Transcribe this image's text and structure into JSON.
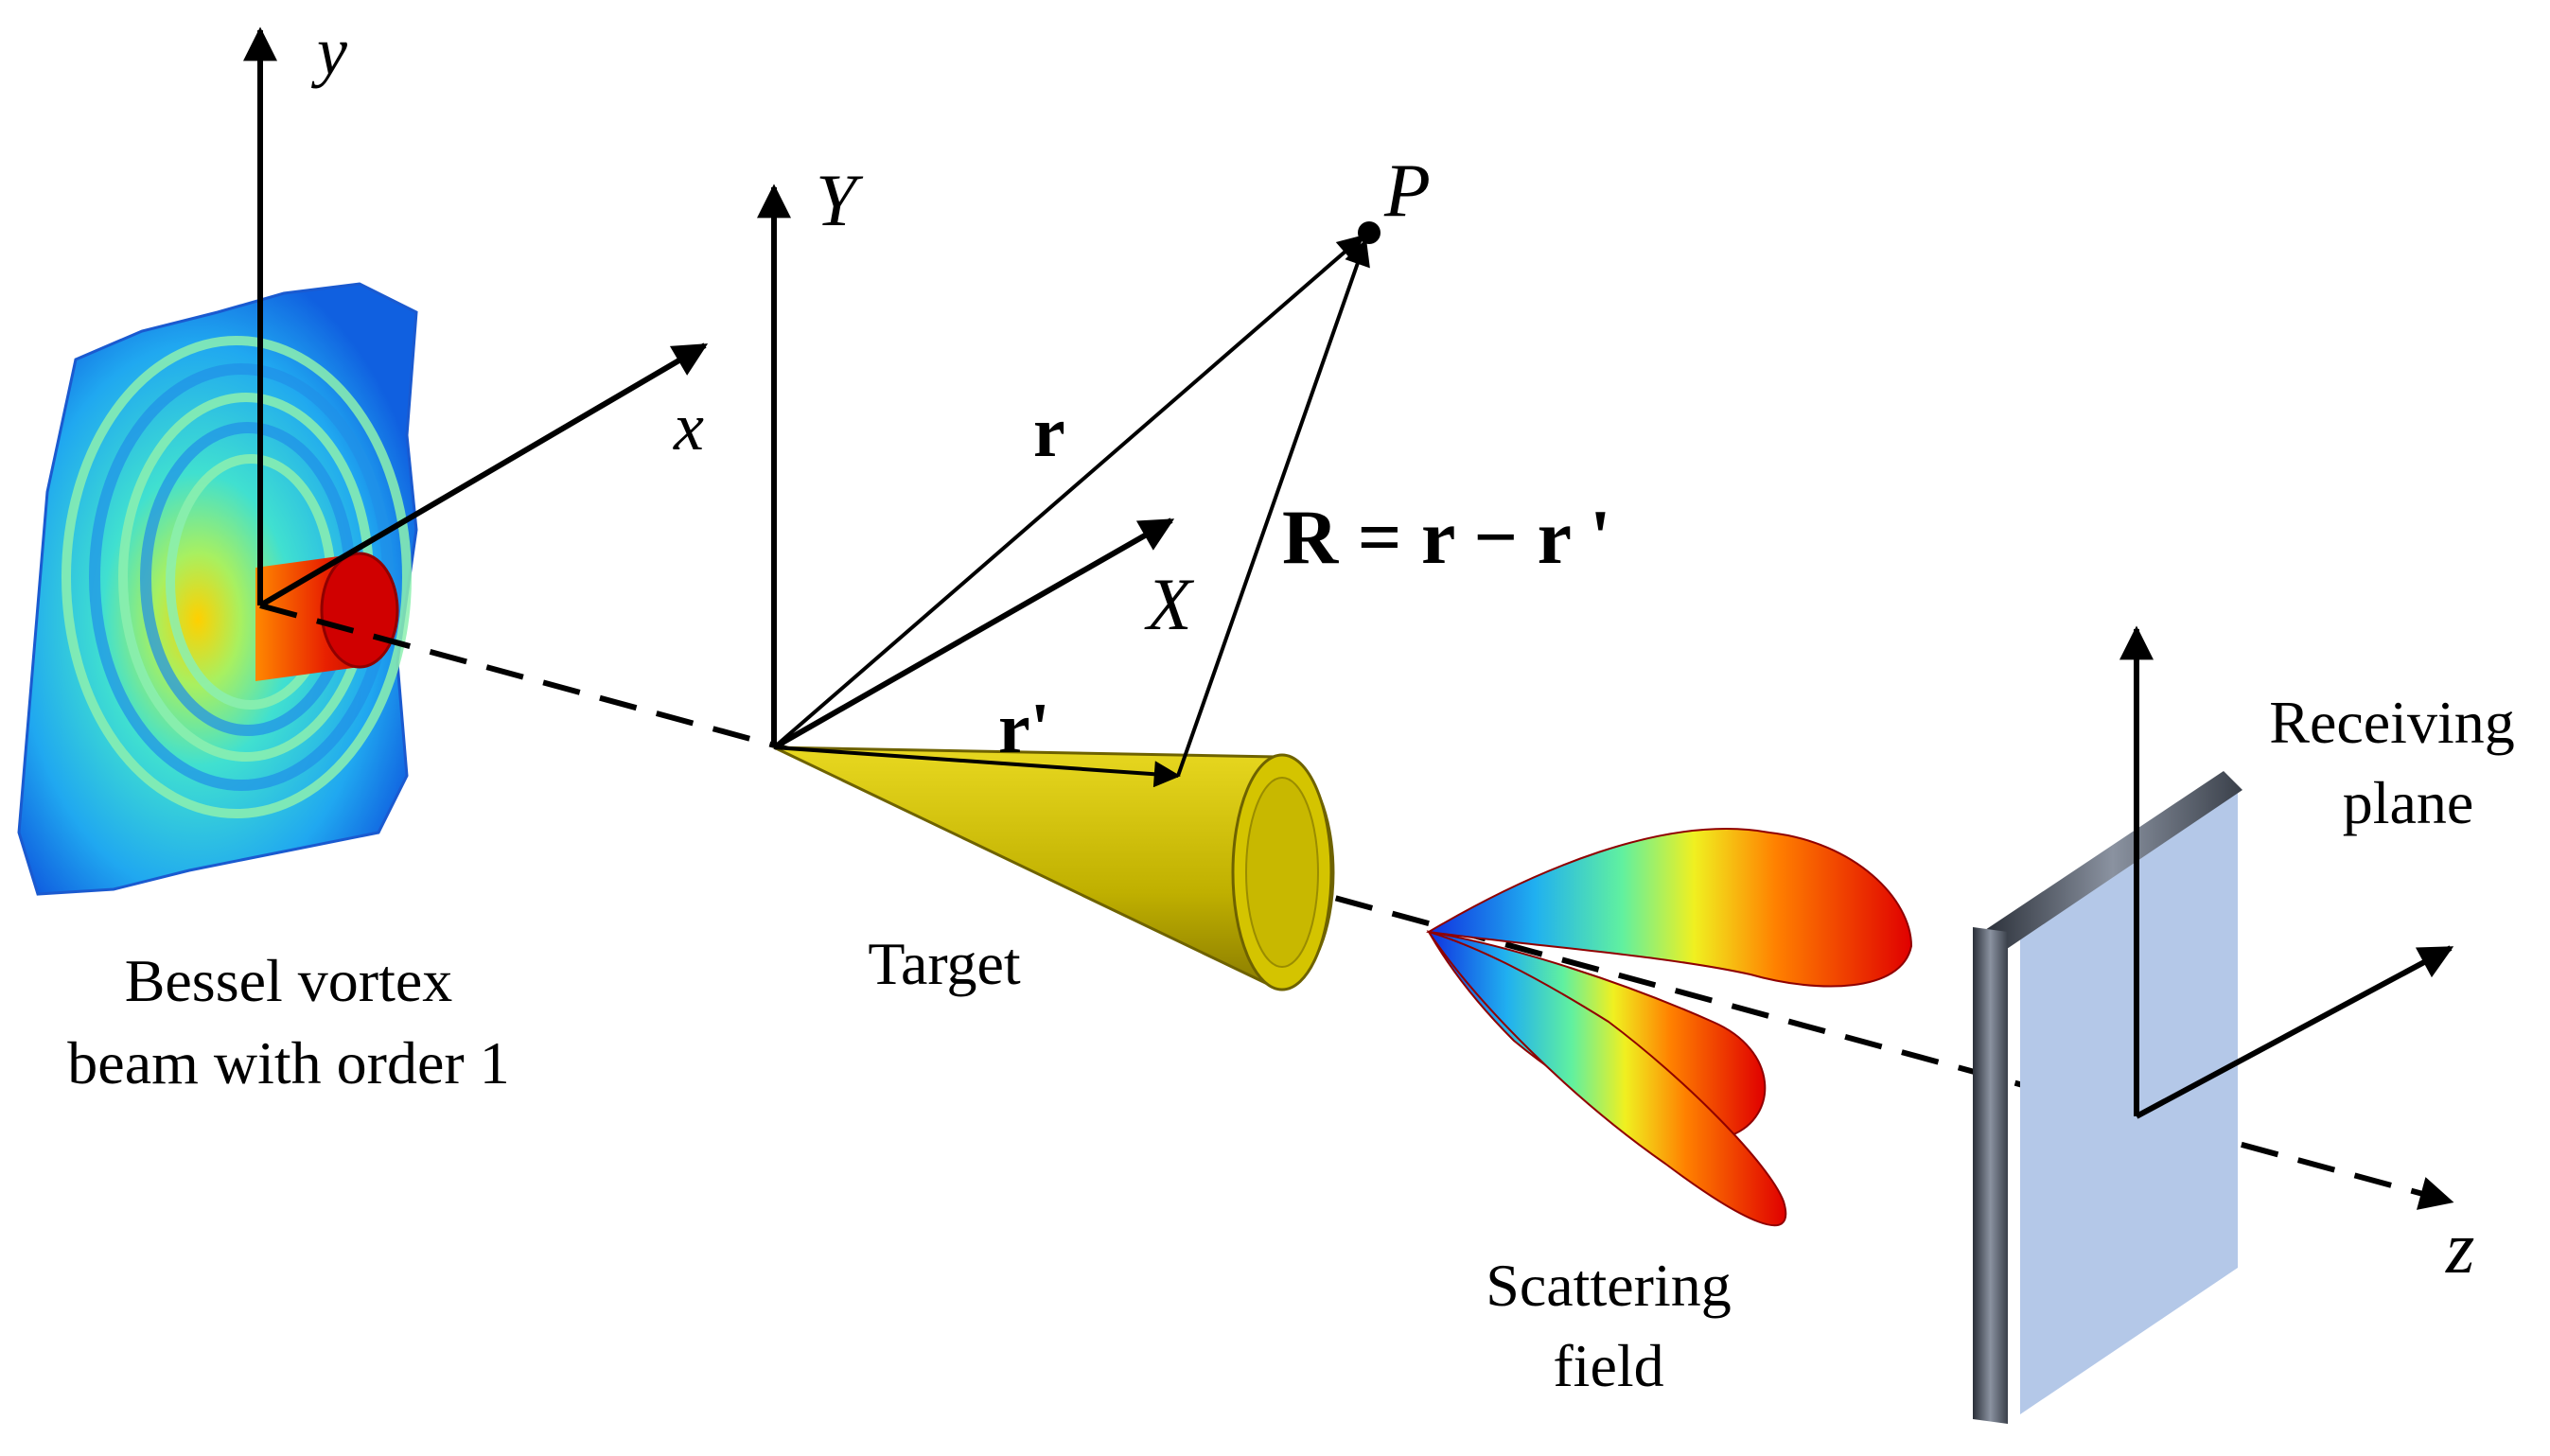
{
  "labels": {
    "beam_y": "y",
    "beam_x": "x",
    "target_Y": "Y",
    "target_X": "X",
    "point_P": "P",
    "vec_r": "r",
    "vec_r_prime": "r'",
    "vec_R": "R = r − r '",
    "beam_caption_line1": "Bessel vortex",
    "beam_caption_line2": "beam with order 1",
    "target_caption": "Target",
    "scatter_caption_line1": "Scattering",
    "scatter_caption_line2": "field",
    "plane_caption_line1": "Receiving",
    "plane_caption_line2": "plane",
    "axis_z": "z"
  },
  "colors": {
    "ink": "#000000",
    "target_fill": "#c8b800",
    "plane_fill": "#b4c8e8",
    "frame_fill": "#5a6270"
  }
}
